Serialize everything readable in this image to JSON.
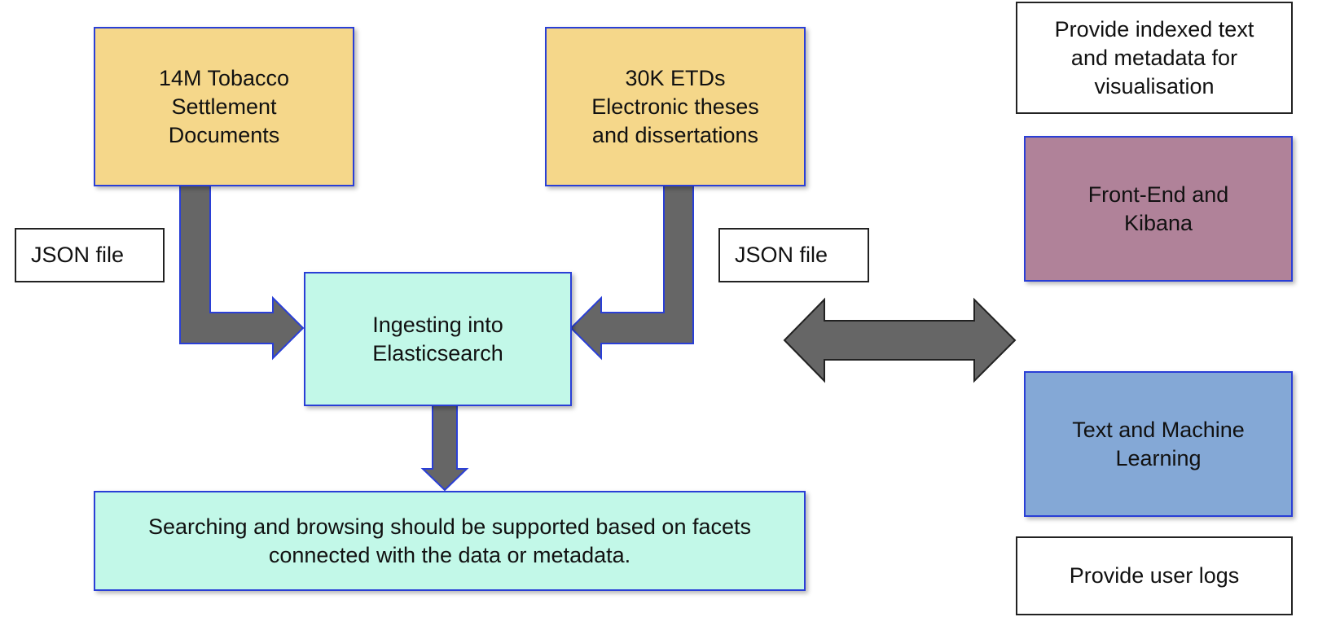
{
  "colors": {
    "source_fill": "#f5d78a",
    "process_fill": "#c2f8e8",
    "frontend_fill": "#b08299",
    "ml_fill": "#84a8d6",
    "box_border": "#2a3fd6",
    "arrow_fill": "#666666"
  },
  "nodes": {
    "tobacco": "14M Tobacco\nSettlement\nDocuments",
    "etds": "30K ETDs\nElectronic theses\nand dissertations",
    "ingest": "Ingesting into\nElasticsearch",
    "search": "Searching and browsing should be supported based on facets\nconnected with the data or metadata.",
    "frontend": "Front-End and\nKibana",
    "ml": "Text and Machine\nLearning"
  },
  "labels": {
    "json_left": "JSON file",
    "json_right": "JSON file",
    "indexed": "Provide indexed text\nand metadata  for\nvisualisation",
    "user_logs": "Provide user logs"
  },
  "icons": {
    "left_arrow": "bent-arrow-right",
    "right_arrow": "bent-arrow-left",
    "down_arrow": "arrow-down",
    "bidirectional": "double-headed-arrow"
  }
}
